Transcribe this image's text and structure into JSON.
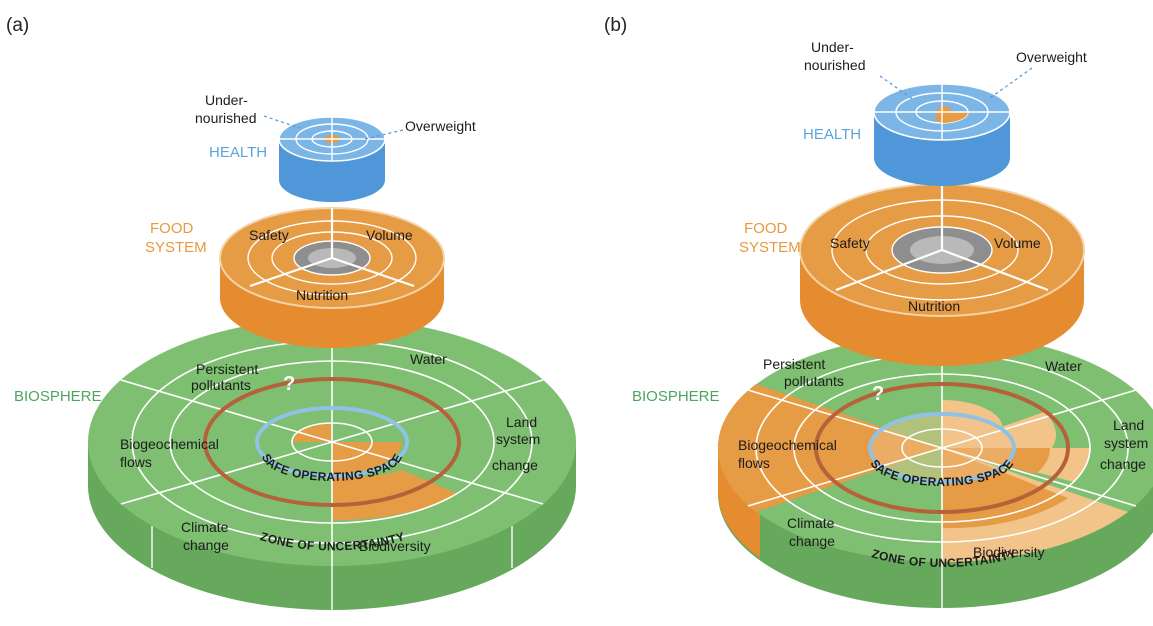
{
  "colors": {
    "green": "#7fbf72",
    "green_side": "#66a95d",
    "orange": "#e69b45",
    "orange_side": "#e58c30",
    "light_orange": "#f2c48a",
    "blue": "#7cb6e6",
    "blue_side": "#4f97d9",
    "health_text": "#5aa6dc",
    "food_text": "#e79a3e",
    "biosphere_text": "#4fa35f",
    "gray": "#8e8e8e",
    "brown_ring": "#b5613a",
    "blue_ring": "#8fc2e4"
  },
  "panels": [
    {
      "label": "(a)",
      "health": {
        "title": "HEALTH",
        "left_label_line1": "Under-",
        "left_label_line2": "nourished",
        "right_label": "Overweight"
      },
      "food": {
        "title_line1": "FOOD",
        "title_line2": "SYSTEM",
        "segments": [
          "Safety",
          "Volume",
          "Nutrition"
        ]
      },
      "biosphere": {
        "title": "BIOSPHERE",
        "segments": [
          {
            "line1": "Persistent",
            "line2": "pollutants"
          },
          {
            "line1": "Water",
            "line2": ""
          },
          {
            "line1": "Land",
            "line2": "system",
            "line3": "change"
          },
          {
            "line1": "Biodiversity",
            "line2": ""
          },
          {
            "line1": "Climate",
            "line2": "change"
          },
          {
            "line1": "Biogeochemical",
            "line2": "flows"
          }
        ],
        "question_mark": "?",
        "safe_label": "SAFE OPERATING SPACE",
        "uncertainty_label": "ZONE OF UNCERTAINTY"
      }
    },
    {
      "label": "(b)",
      "health": {
        "title": "HEALTH",
        "left_label_line1": "Under-",
        "left_label_line2": "nourished",
        "right_label": "Overweight"
      },
      "food": {
        "title_line1": "FOOD",
        "title_line2": "SYSTEM",
        "segments": [
          "Safety",
          "Volume",
          "Nutrition"
        ]
      },
      "biosphere": {
        "title": "BIOSPHERE",
        "segments": [
          {
            "line1": "Persistent",
            "line2": "pollutants"
          },
          {
            "line1": "Water",
            "line2": ""
          },
          {
            "line1": "Land",
            "line2": "system",
            "line3": "change"
          },
          {
            "line1": "Biodiversity",
            "line2": ""
          },
          {
            "line1": "Climate",
            "line2": "change"
          },
          {
            "line1": "Biogeochemical",
            "line2": "flows"
          }
        ],
        "question_mark": "?",
        "safe_label": "SAFE OPERATING SPACE",
        "uncertainty_label": "ZONE OF UNCERTAINTY"
      }
    }
  ]
}
